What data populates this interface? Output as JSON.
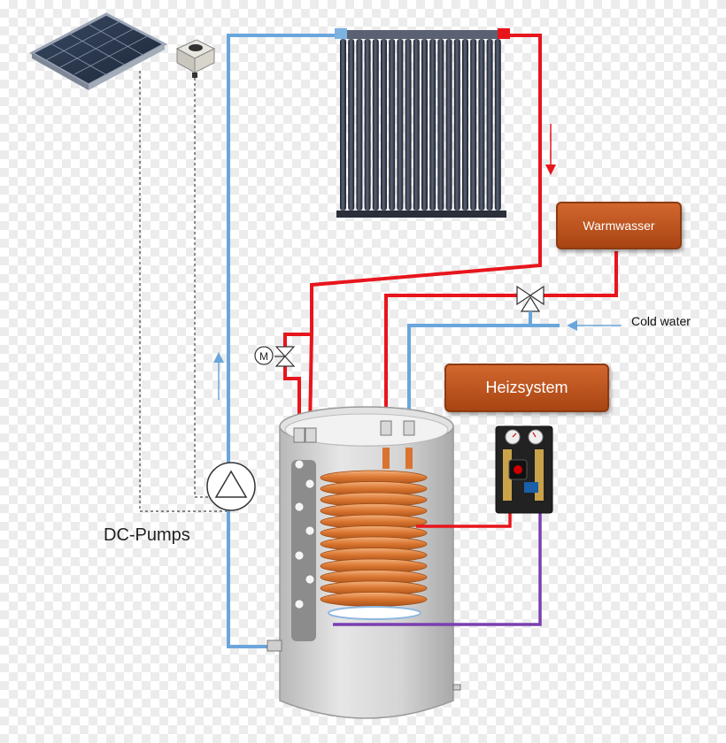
{
  "labels": {
    "warmwasser": "Warmwasser",
    "cold_water": "Cold water",
    "heizsystem": "Heizsystem",
    "dc_pumps": "DC-Pumps",
    "motor_valve_letter": "M"
  },
  "colors": {
    "hot_pipe": "#e8151c",
    "cold_pipe": "#6aa6dc",
    "return_pipe": "#7a3fb0",
    "label_box": "#c2571e",
    "coil": "#d97c3f",
    "tank": "#c9c9c9"
  },
  "icons": {
    "solar_panel": "solar-panel-icon",
    "controller": "controller-icon",
    "collector": "vacuum-tube-collector",
    "pump": "circulation-pump-icon",
    "motor_valve": "motor-valve-icon",
    "mixing_valve": "three-way-valve-icon",
    "pump_station": "heating-pump-station-icon",
    "tank": "storage-tank"
  }
}
